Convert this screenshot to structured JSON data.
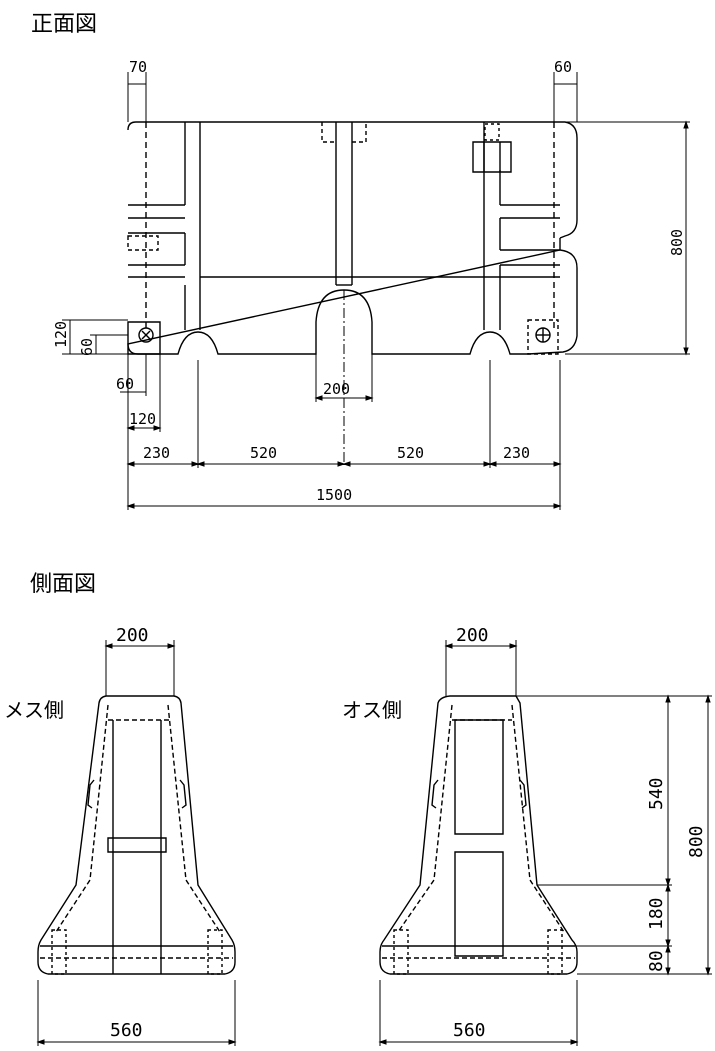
{
  "titles": {
    "front": "正面図",
    "side": "側面図"
  },
  "side_labels": {
    "female": "メス側",
    "male": "オス側"
  },
  "front_dimensions": {
    "top_left": "70",
    "top_right": "60",
    "height": "800",
    "left_120": "120",
    "left_60": "60",
    "bottom_60": "60",
    "bottom_120": "120",
    "center_200": "200",
    "seg_230_left": "230",
    "seg_520_left": "520",
    "seg_520_right": "520",
    "seg_230_right": "230",
    "total": "1500"
  },
  "side_dimensions": {
    "female_top": "200",
    "female_bottom": "560",
    "male_top": "200",
    "male_bottom": "560",
    "male_540": "540",
    "male_180": "180",
    "male_80": "80",
    "male_800": "800"
  }
}
